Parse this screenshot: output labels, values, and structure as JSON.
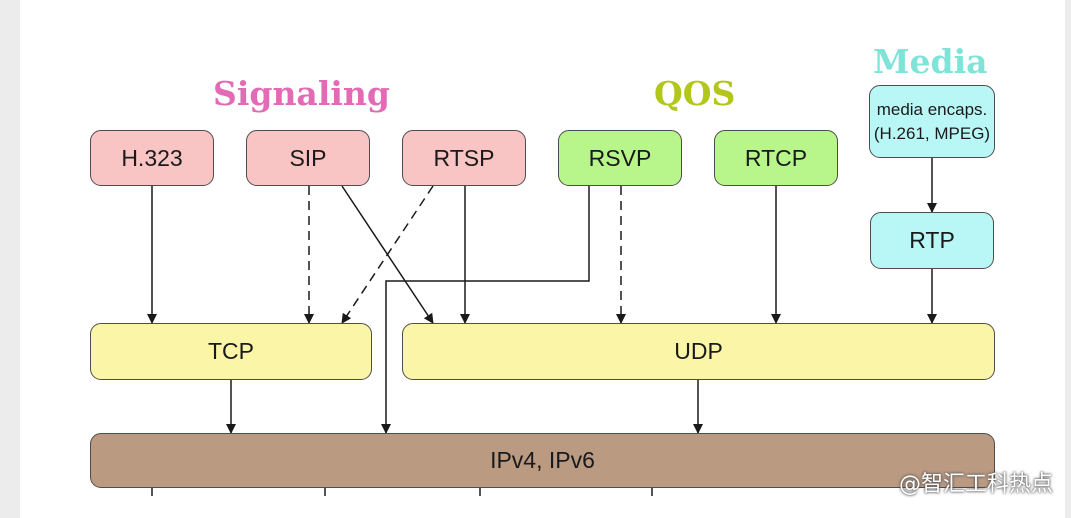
{
  "groups": {
    "signaling": {
      "label": "Signaling",
      "color": "#e36bb6"
    },
    "qos": {
      "label": "QOS",
      "color": "#b3c61a"
    },
    "media": {
      "label": "Media",
      "color": "#7fe3d8"
    }
  },
  "boxes": {
    "h323": "H.323",
    "sip": "SIP",
    "rtsp": "RTSP",
    "rsvp": "RSVP",
    "rtcp": "RTCP",
    "media_encaps_line1": "media encaps.",
    "media_encaps_line2": "(H.261, MPEG)",
    "rtp": "RTP",
    "tcp": "TCP",
    "udp": "UDP",
    "ip": "IPv4, IPv6"
  },
  "colors": {
    "signaling_box": "#f8c4c4",
    "qos_box": "#b8f58b",
    "media_box": "#b9f7f7",
    "transport_box": "#fbf5a8",
    "network_box": "#bb9a82"
  },
  "watermark": "@智汇工科热点"
}
